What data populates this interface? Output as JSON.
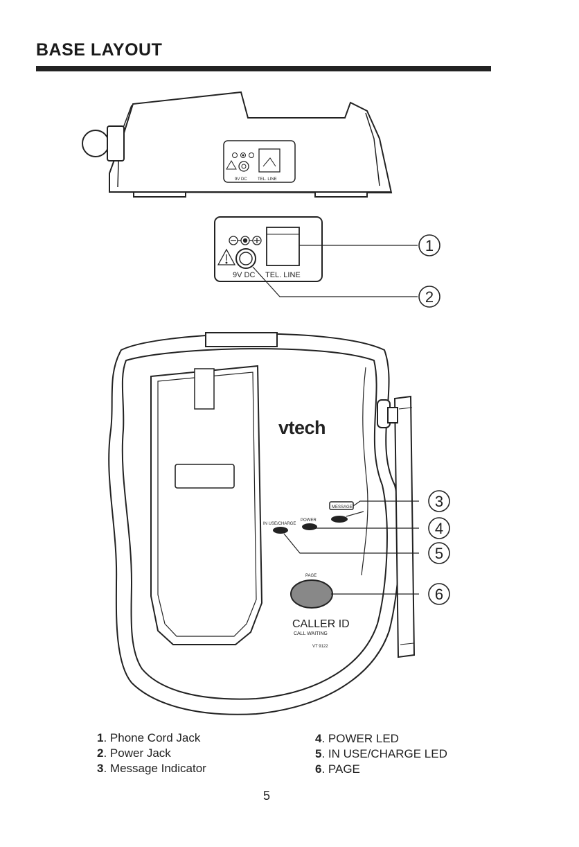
{
  "page": {
    "title": "BASE LAYOUT",
    "page_number": "5"
  },
  "side_panel_small": {
    "dc_label": "9V DC",
    "line_label": "TEL. LINE"
  },
  "jack_panel": {
    "dc_label": "9V DC",
    "line_label": "TEL. LINE"
  },
  "base": {
    "brand": "vtech",
    "message_label": "MESSAGE",
    "power_label": "POWER",
    "in_use_label": "IN USE/CHARGE",
    "page_button_label": "PAGE",
    "caller_id": "CALLER ID",
    "call_waiting": "CALL WAITING",
    "model": "VT 9122"
  },
  "callouts": [
    "1",
    "2",
    "3",
    "4",
    "5",
    "6"
  ],
  "legend": {
    "left": [
      {
        "num": "1",
        "text": ". Phone Cord Jack"
      },
      {
        "num": "2",
        "text": ". Power Jack"
      },
      {
        "num": "3",
        "text": ". Message Indicator"
      }
    ],
    "right": [
      {
        "num": "4",
        "text": ". POWER LED"
      },
      {
        "num": "5",
        "text": ". IN USE/CHARGE LED"
      },
      {
        "num": "6",
        "text": ". PAGE"
      }
    ]
  }
}
